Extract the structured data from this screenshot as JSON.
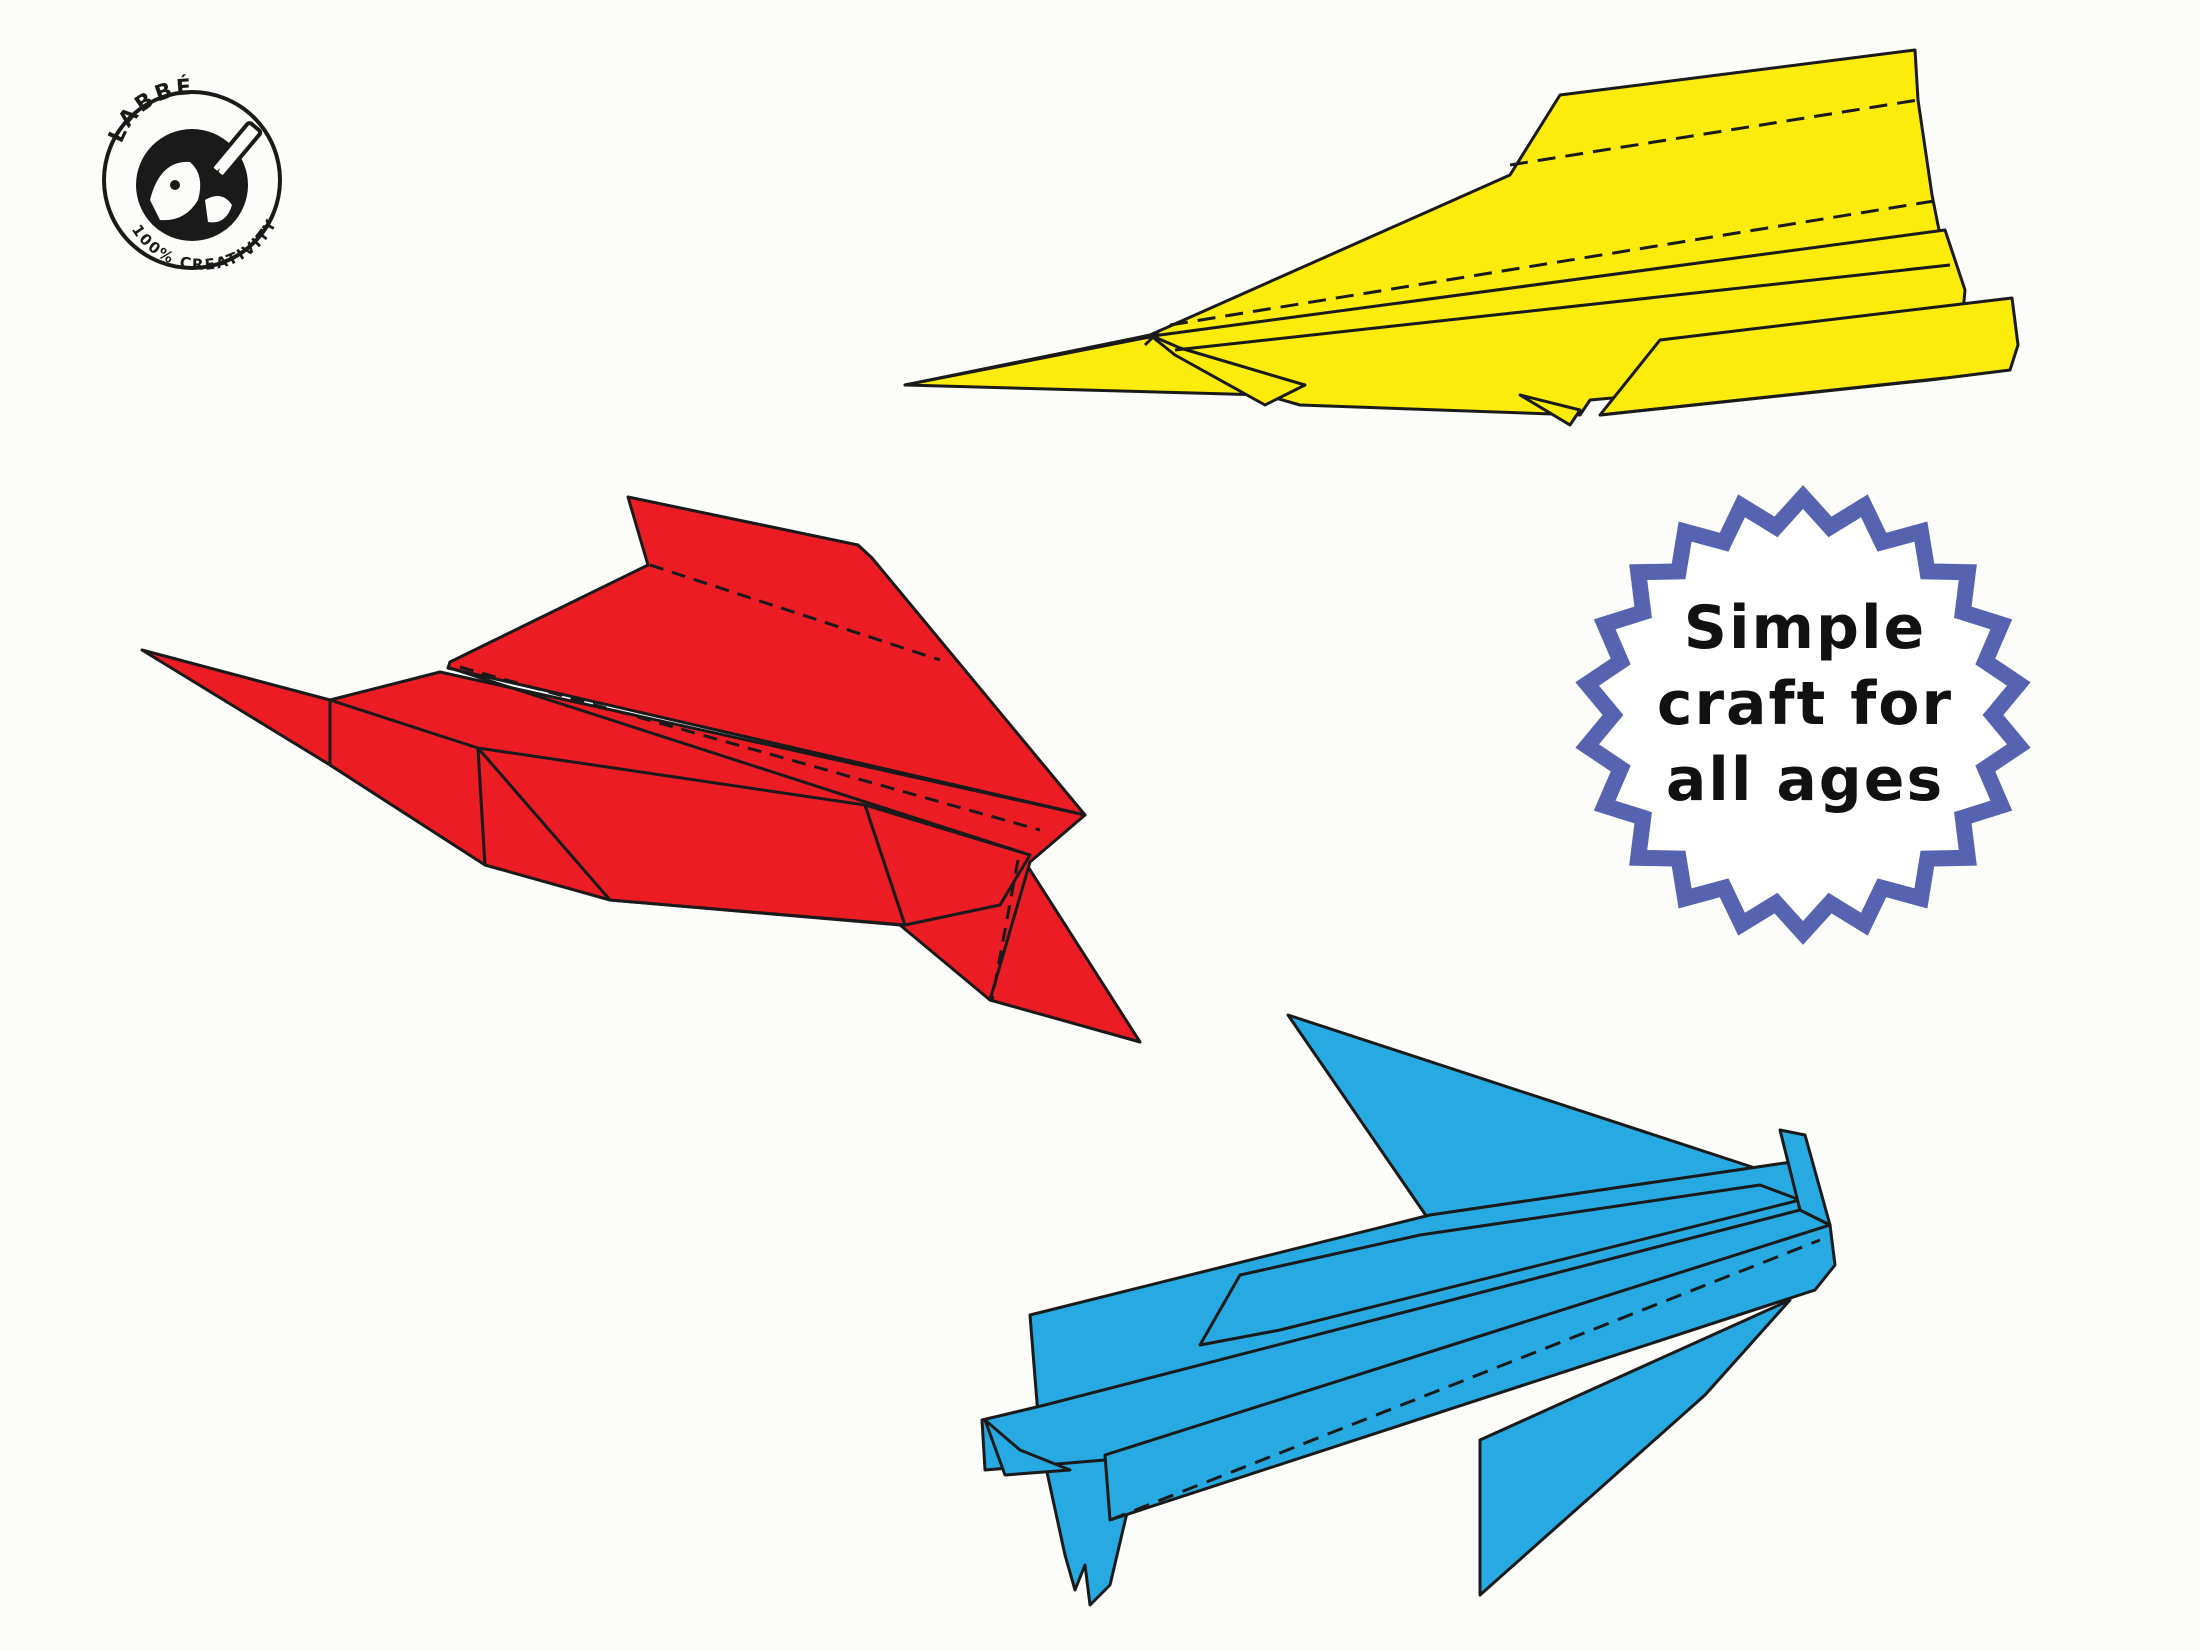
{
  "logo": {
    "brand": "LABBÉ",
    "tagline": "100% CREATIVITY"
  },
  "badge": {
    "lines": [
      "Simple",
      "craft for",
      "all ages"
    ],
    "ring_color": "#5563b0"
  },
  "planes": [
    {
      "name": "yellow-paper-plane",
      "color": "#fcec0c"
    },
    {
      "name": "red-paper-plane",
      "color": "#ec1c24"
    },
    {
      "name": "blue-paper-plane",
      "color": "#27a9e1"
    }
  ],
  "colors": {
    "outline": "#1a1a1a",
    "background": "#fcfcfa"
  }
}
